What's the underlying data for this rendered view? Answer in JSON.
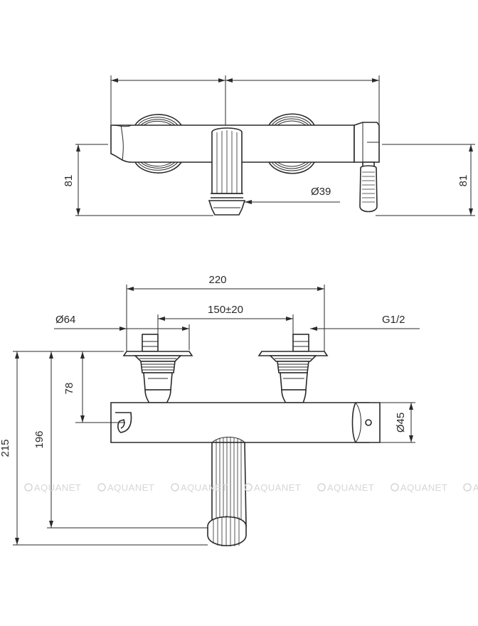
{
  "dimensions": {
    "top_left_height": "81",
    "top_right_height": "81",
    "spout_diameter": "Ø39",
    "overall_width": "220",
    "center_distance": "150±20",
    "flange_diameter": "Ø64",
    "thread": "G1/2",
    "outlet_height": "78",
    "body_diameter": "Ø45",
    "spout_height": "196",
    "total_height": "215"
  },
  "watermark": {
    "text": "AQUANET",
    "repeats": [
      "AQUANET",
      "AQUANET",
      "AQUANET",
      "AQUANET",
      "AQUANET",
      "AQUANET",
      "A"
    ]
  }
}
